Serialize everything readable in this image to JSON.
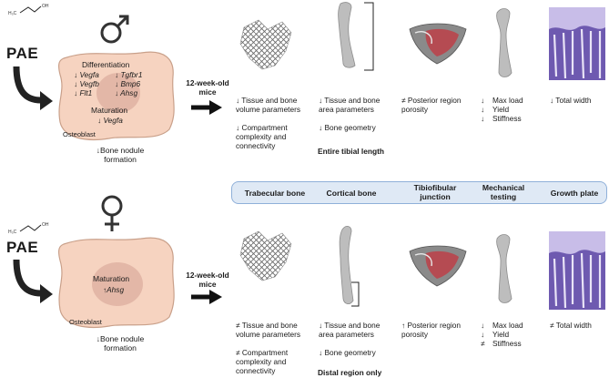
{
  "compound": {
    "name": "PAE",
    "formula_left": "H₃C",
    "formula_right": "OH"
  },
  "male": {
    "sex_icon": "male-symbol-icon",
    "differentiation": {
      "title": "Differentiation",
      "genes_left": [
        "↓ Vegfa",
        "↓ Vegfb",
        "↓ Flt1"
      ],
      "genes_right": [
        "↓ Tgfbr1",
        "↓ Bmp6",
        "↓ Ahsg"
      ]
    },
    "maturation": {
      "title": "Maturation",
      "genes": [
        "↓ Vegfa"
      ]
    },
    "cell_label": "Osteoblast",
    "nodule": [
      "↓Bone nodule",
      "formation"
    ],
    "age_label": [
      "12-week-old",
      "mice"
    ],
    "trabecular": [
      "↓ Tissue and bone",
      "volume parameters",
      "",
      "↓ Compartment",
      "complexity and",
      "connectivity"
    ],
    "cortical": [
      "↓ Tissue and bone",
      "area parameters",
      "",
      "↓ Bone geometry"
    ],
    "cortical_note": "Entire tibial length",
    "tibiofibular": [
      "≠ Posterior region",
      "porosity"
    ],
    "mechanical": [
      "↓",
      "↓",
      "↓"
    ],
    "mechanical_labels": [
      "Max load",
      "Yield",
      "Stiffness"
    ],
    "growth_plate": [
      "↓ Total width"
    ]
  },
  "female": {
    "sex_icon": "female-symbol-icon",
    "maturation": {
      "title": "Maturation",
      "genes": [
        "↑Ahsg"
      ]
    },
    "cell_label": "Osteoblast",
    "nodule": [
      "↓Bone nodule",
      "formation"
    ],
    "age_label": [
      "12-week-old",
      "mice"
    ],
    "trabecular": [
      "≠ Tissue and bone",
      "volume parameters",
      "",
      "≠ Compartment",
      "complexity and",
      "connectivity"
    ],
    "cortical": [
      "↓ Tissue and bone",
      "area parameters",
      "",
      "↓ Bone geometry"
    ],
    "cortical_note": "Distal region only",
    "tibiofibular": [
      "↑ Posterior region",
      "porosity"
    ],
    "mechanical": [
      "↓",
      "↓",
      "≠"
    ],
    "mechanical_labels": [
      "Max load",
      "Yield",
      "Stiffness"
    ],
    "growth_plate": [
      "≠ Total width"
    ]
  },
  "legend": {
    "trabecular": "Trabecular bone",
    "cortical": "Cortical bone",
    "tibiofibular": [
      "Tibiofibular",
      "junction"
    ],
    "mechanical": [
      "Mechanical",
      "testing"
    ],
    "growth_plate": "Growth plate"
  },
  "colors": {
    "cell_fill": "#f6d3c0",
    "cell_stroke": "#c9a08a",
    "nucleus": "#d8a89a",
    "legend_bg": "#dfe9f5",
    "legend_border": "#8fb0d9",
    "bone": "#b8b8b8",
    "stain": "#7a63b8"
  }
}
